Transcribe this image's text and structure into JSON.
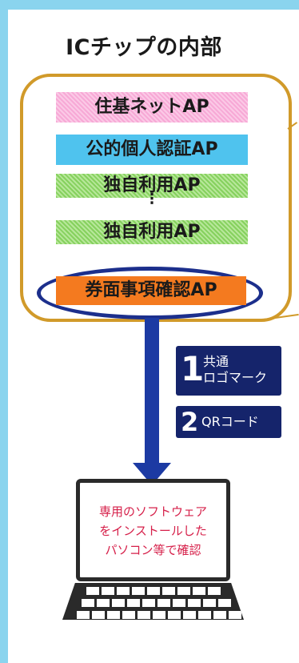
{
  "title": "ICチップの内部",
  "apps": {
    "jukinet": "住基ネットAP",
    "kojin_ninsho": "公的個人認証AP",
    "dokuji_1": "独自利用AP",
    "ellipsis": "⋮",
    "dokuji_2": "独自利用AP",
    "kenmen": "券面事項確認AP"
  },
  "methods": [
    {
      "number": "1",
      "label": "共通\nロゴマーク"
    },
    {
      "number": "2",
      "label": "QRコード"
    }
  ],
  "laptop": {
    "screen_text": "専用のソフトウェア\nをインストールした\nパソコン等で確認"
  },
  "colors": {
    "frame": "#8ad4ee",
    "chip_border": "#d19a2a",
    "pink": "#f7a9d6",
    "blue": "#4fc3ee",
    "green": "#86d15e",
    "orange": "#f47a1f",
    "navy": "#1c2f8c",
    "screen_text": "#d6204a"
  }
}
